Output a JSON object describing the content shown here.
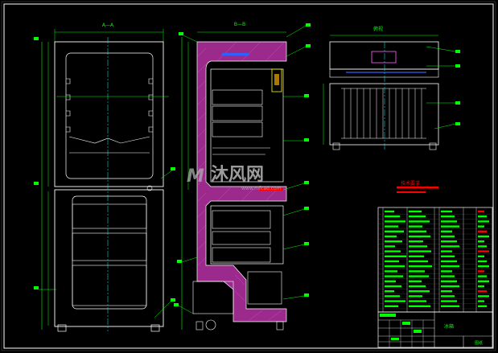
{
  "views": {
    "front_label": "A—A",
    "section_label": "B—B",
    "top_label": "俯视"
  },
  "watermark": {
    "text": "沐风网",
    "url": "www.mfcad.com"
  },
  "colors": {
    "background": "#000000",
    "frame": "#ffffff",
    "body_lines": "#ffffff",
    "dimension": "#00ff00",
    "centerline": "#00ffff",
    "insulation": "#9b2a8c",
    "insulation_hatch": "#ff66ff",
    "highlight_red": "#ff0000",
    "highlight_yellow": "#ffff00",
    "highlight_blue": "#3060ff"
  },
  "notes_label": "技术要求",
  "title_block": {
    "name": "冰箱",
    "code": "图纸"
  }
}
